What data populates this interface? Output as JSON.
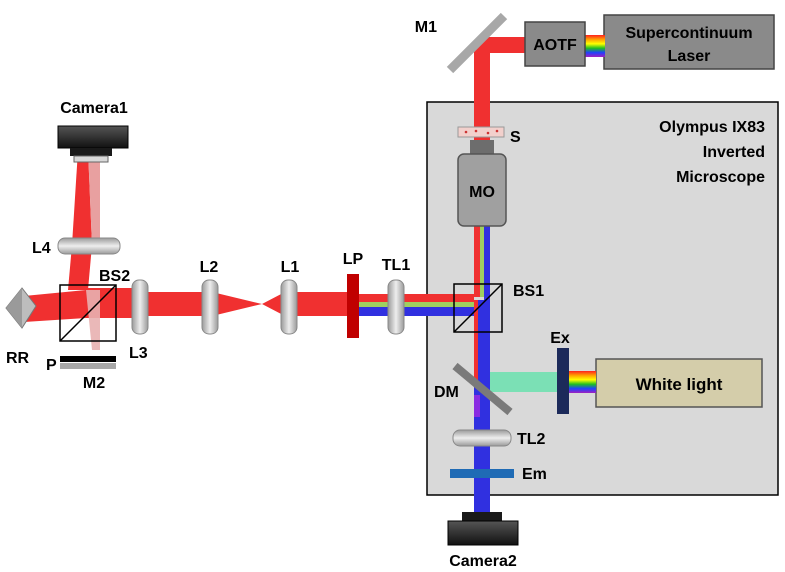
{
  "labels": {
    "camera1": "Camera1",
    "camera2": "Camera2",
    "l4": "L4",
    "bs2": "BS2",
    "l2": "L2",
    "l1": "L1",
    "lp": "LP",
    "tl1": "TL1",
    "bs1": "BS1",
    "rr": "RR",
    "p": "P",
    "m2": "M2",
    "l3": "L3",
    "m1": "M1",
    "aotf": "AOTF",
    "s": "S",
    "mo": "MO",
    "ex": "Ex",
    "dm": "DM",
    "tl2": "TL2",
    "em": "Em"
  },
  "boxes": {
    "supercontinuum_line1": "Supercontinuum",
    "supercontinuum_line2": "Laser",
    "white_light": "White light",
    "microscope_line1": "Olympus IX83",
    "microscope_line2": "Inverted",
    "microscope_line3": "Microscope"
  },
  "colors": {
    "laser_red": "#f03030",
    "fluorescence_blue": "#3030e0",
    "white_light_green": "#70e0b0",
    "microscope_bg": "#d9d9d9",
    "lamp_box": "#d4cdaa",
    "filter_blue": "#1f6bb5"
  }
}
